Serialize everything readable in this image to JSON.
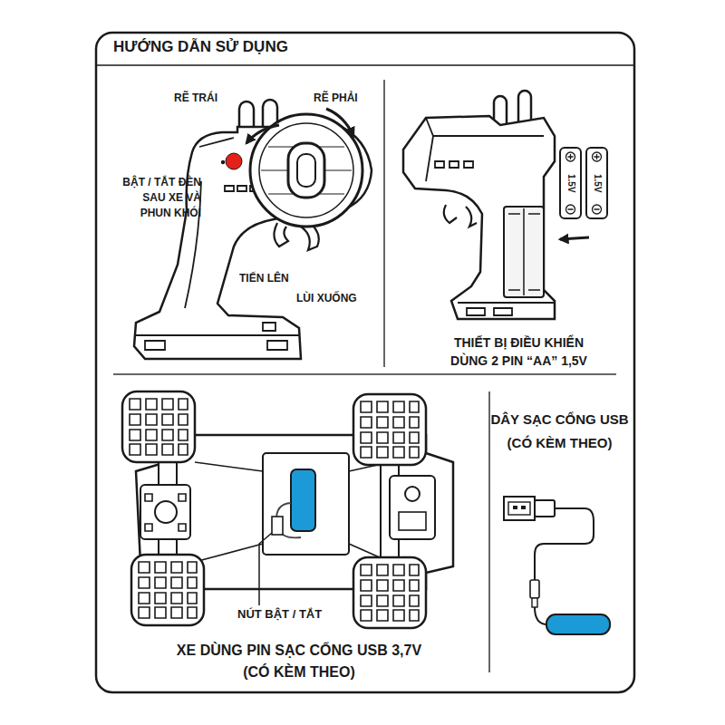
{
  "diagram": {
    "title": "HƯỚNG DẪN SỬ DỤNG",
    "nodes": [
      {
        "text": [
          "1.5V"
        ]
      },
      {
        "text": [
          "1.5V"
        ]
      }
    ],
    "labels": [
      "RẼ TRÁI",
      "RẼ PHẢI",
      "BẬT / TẮT ĐÈN SAU XE VÀ PHUN KHÓI",
      "TIẾN LÊN",
      "LÙI XUỐNG",
      "THIẾT BỊ ĐIỀU KHIỂN DÙNG 2 PIN “AA” 1,5V",
      "NÚT BẬT / TẮT",
      "XE DÙNG PIN SẠC CỔNG USB 3,7V (CÓ KÈM THEO)",
      "DÂY SẠC CỔNG USB (CÓ KÈM THEO)"
    ]
  }
}
